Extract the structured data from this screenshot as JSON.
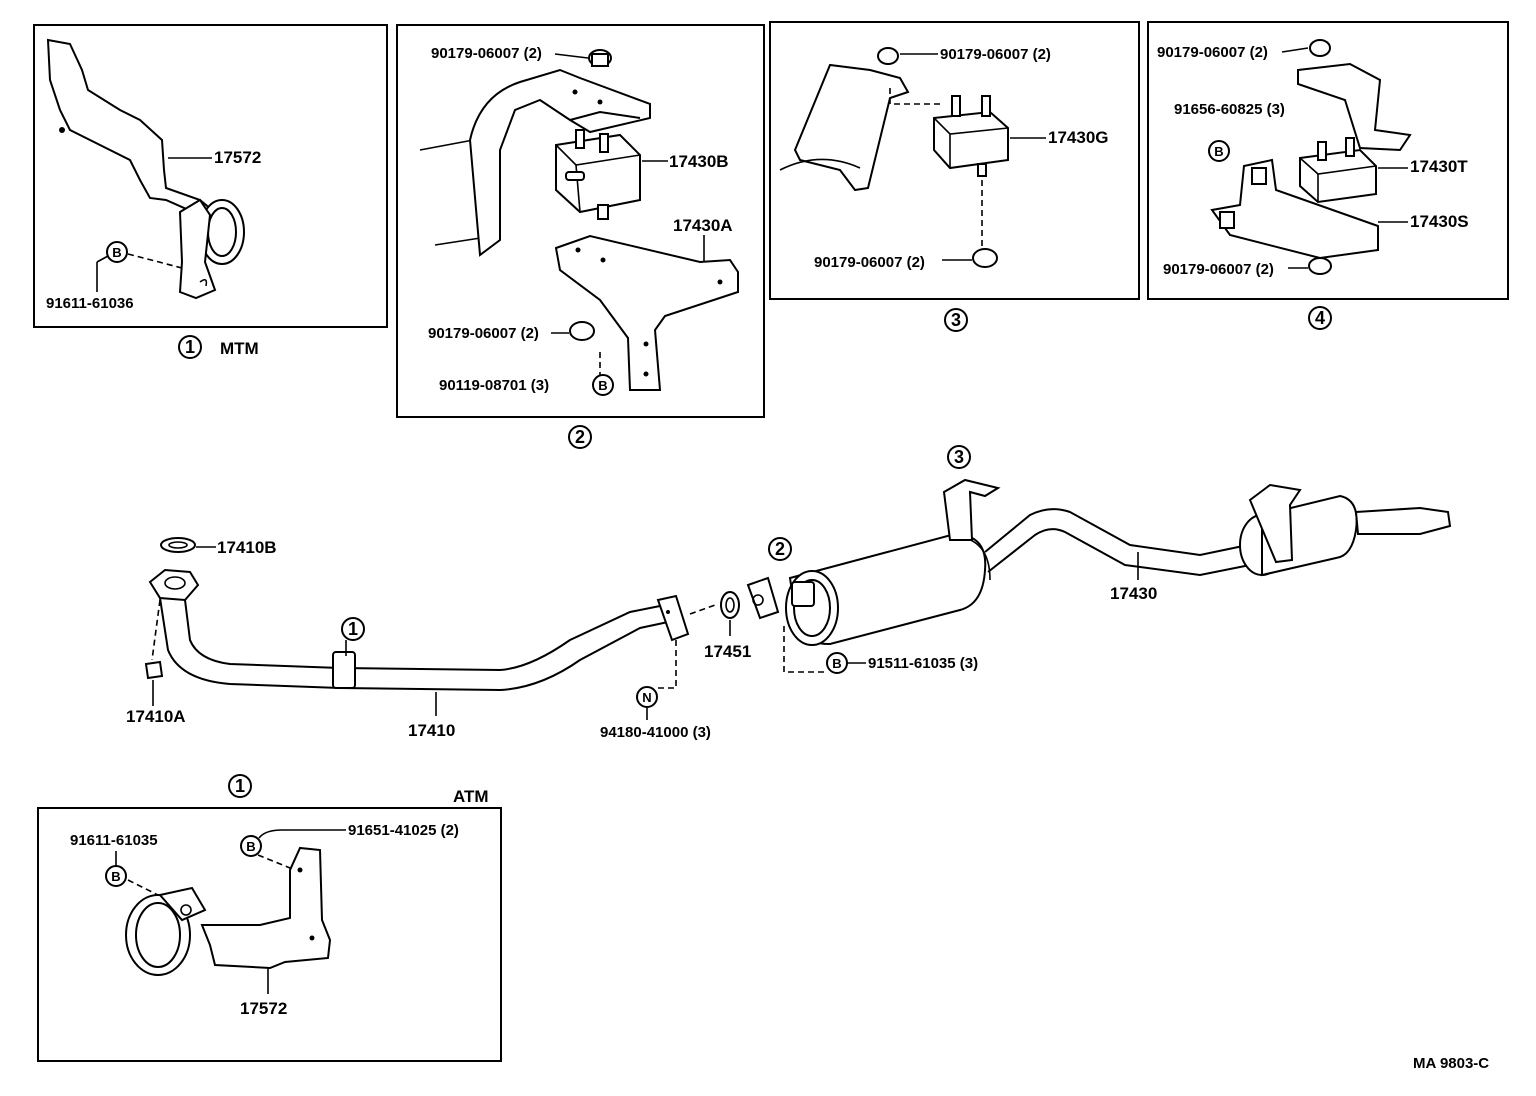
{
  "diagram": {
    "callouts": {
      "p17572_mtm": "17572",
      "p91611_61036": "91611-61036",
      "p90179_top2": "90179-06007 (2)",
      "p17430B": "17430B",
      "p17430A": "17430A",
      "p90179_mid2": "90179-06007 (2)",
      "p90119_08701": "90119-08701 (3)",
      "p90179_top3": "90179-06007 (2)",
      "p17430G": "17430G",
      "p90179_bot3": "90179-06007 (2)",
      "p90179_top4": "90179-06007 (2)",
      "p91656_60825": "91656-60825 (3)",
      "p17430T": "17430T",
      "p17430S": "17430S",
      "p90179_bot4": "90179-06007 (2)",
      "p17410B": "17410B",
      "p17410A": "17410A",
      "p17410": "17410",
      "p94180_41000": "94180-41000 (3)",
      "p17451": "17451",
      "p91511_61035": "91511-61035 (3)",
      "p17430": "17430",
      "p91611_61035": "91611-61035",
      "p91651_41025": "91651-41025 (2)",
      "p17572_atm": "17572"
    },
    "captions": {
      "mtm": "MTM",
      "atm": "ATM"
    },
    "view_numbers": {
      "one": "1",
      "two": "2",
      "three": "3",
      "four": "4"
    },
    "fastener_letters": {
      "b": "B",
      "n": "N"
    },
    "code": "MA  9803-C"
  }
}
